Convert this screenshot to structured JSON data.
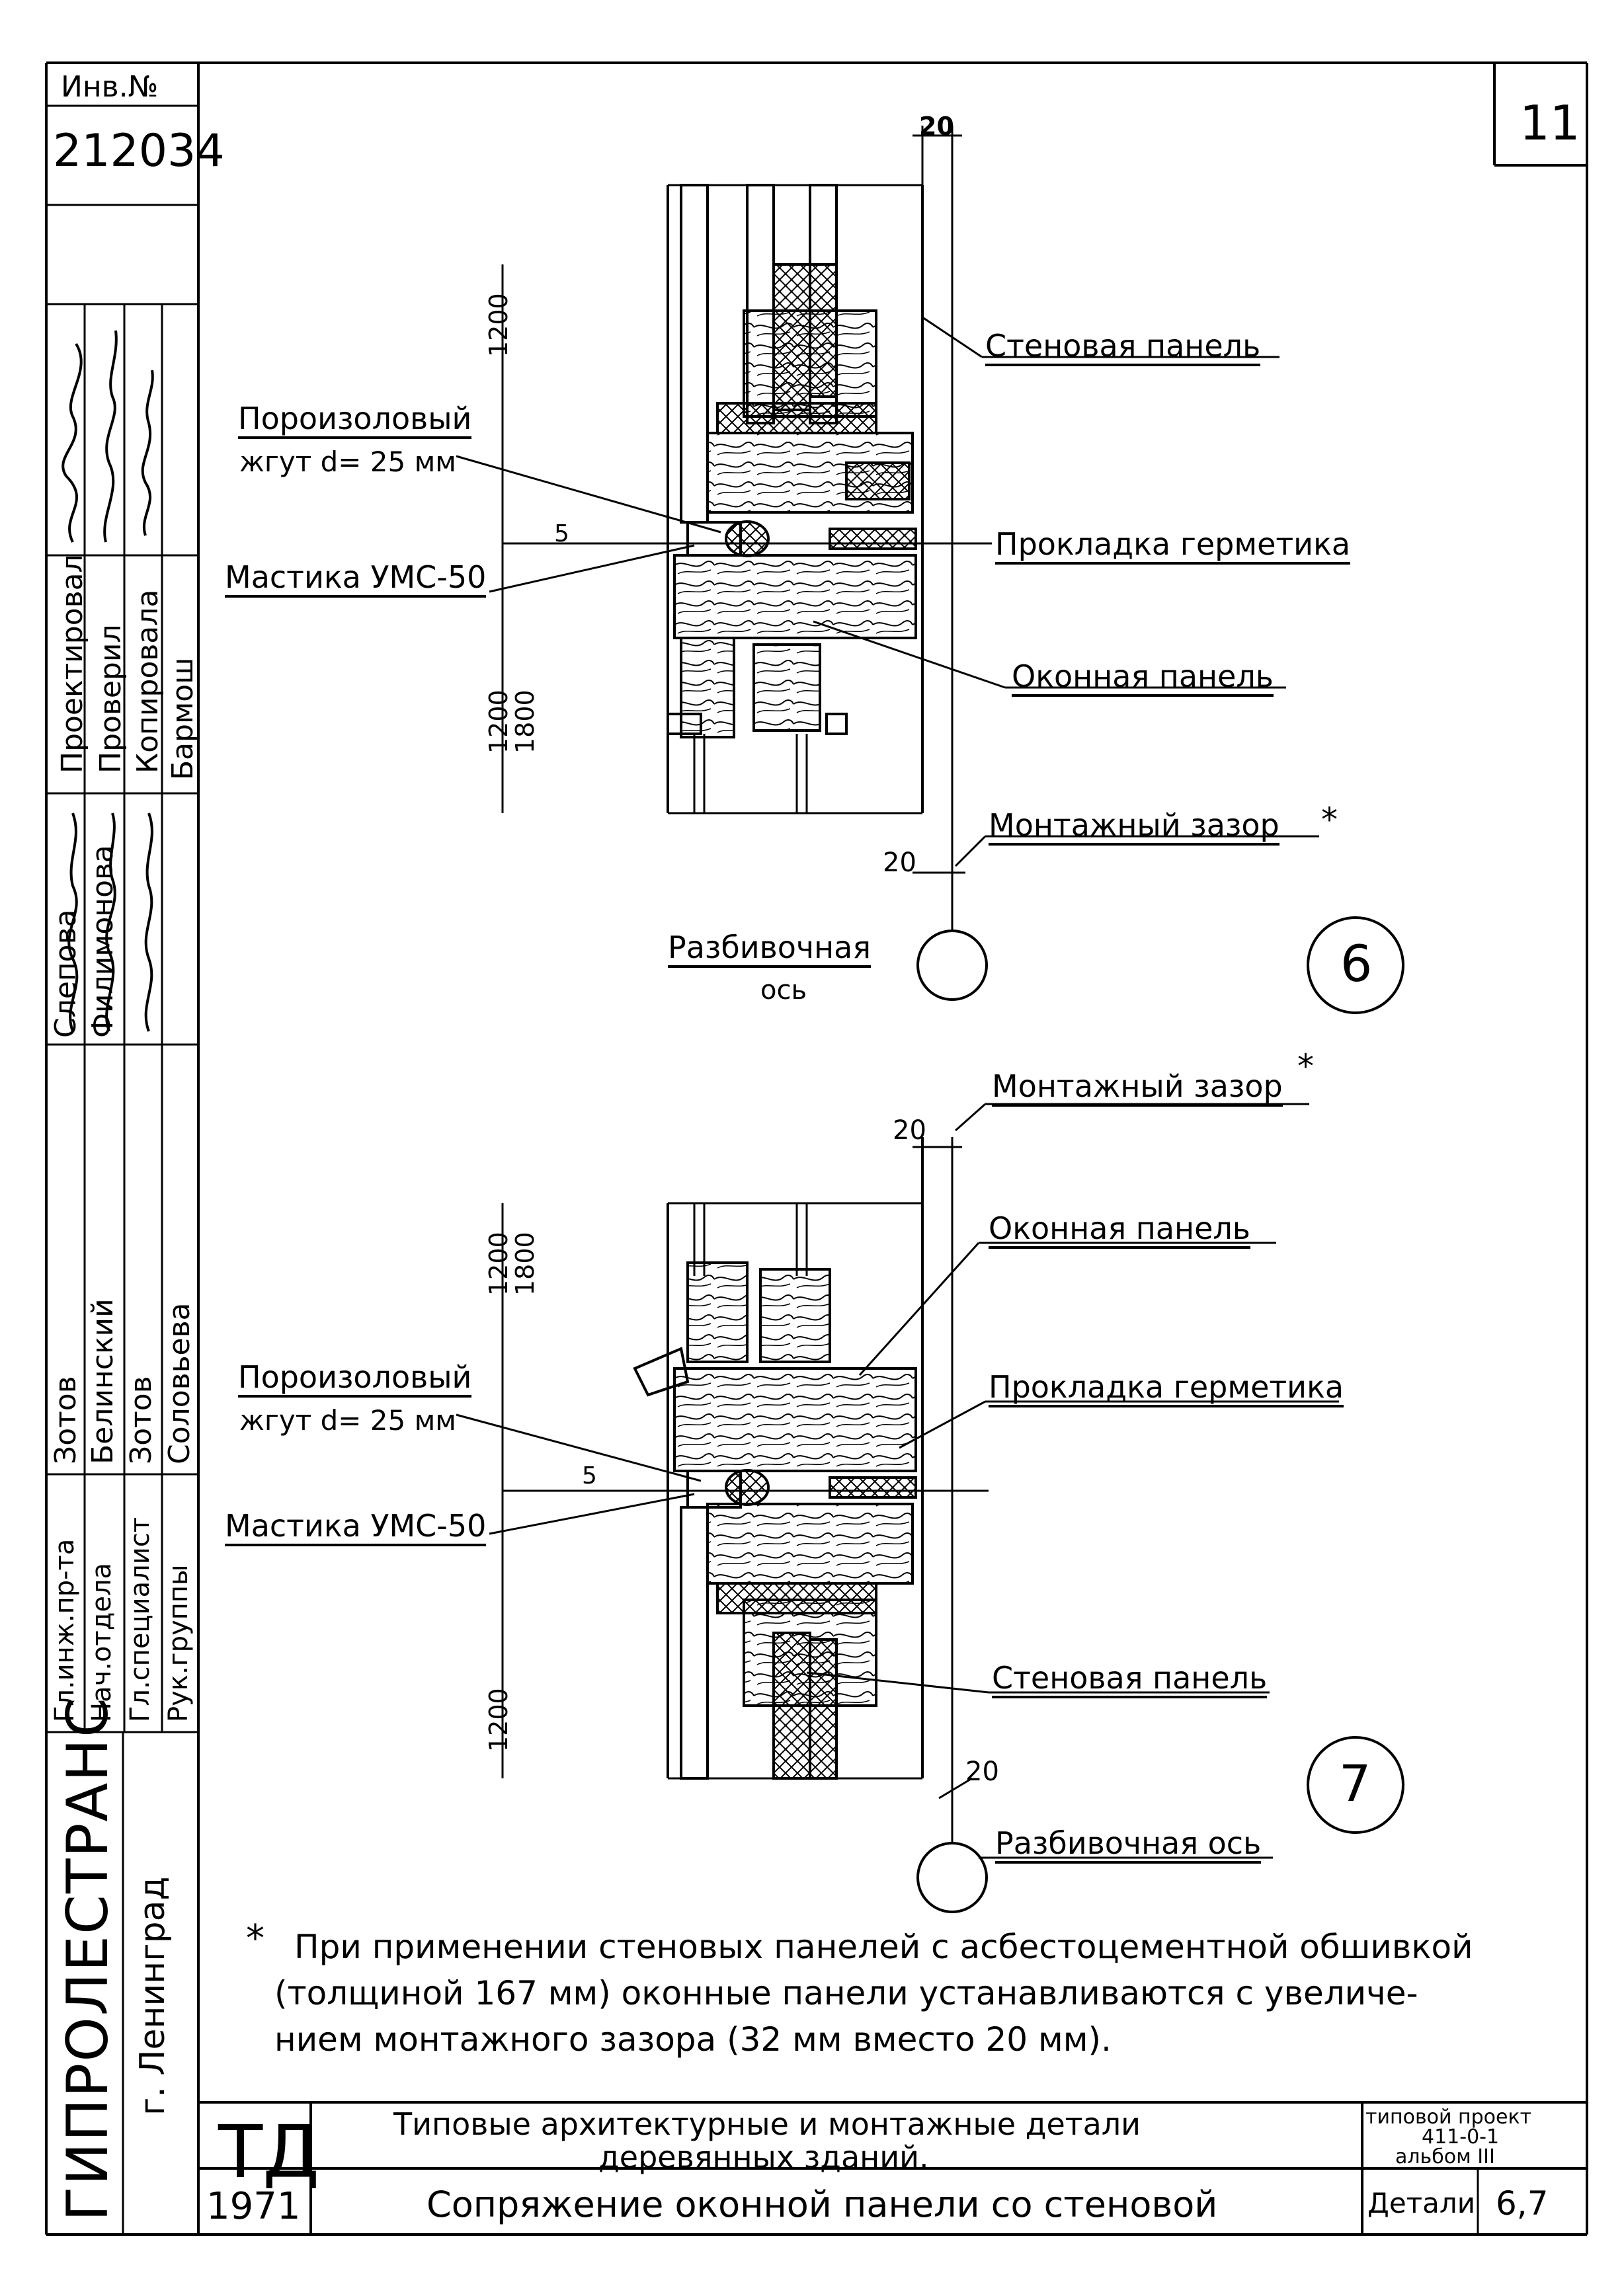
{
  "sheet": {
    "number": "11",
    "inventory_label": "Инв.№",
    "inventory_number": "212034"
  },
  "stamp_names": {
    "row1": [
      "Бармош",
      "Слепова",
      "Филимонова"
    ],
    "roles1": [
      "Проектировал",
      "Проверил",
      "Копировала"
    ],
    "row2": [
      "Зотов",
      "Белинский",
      "Зотов",
      "Соловьева"
    ],
    "roles2": [
      "Гл.инж.пр-та",
      "Нач.отдела",
      "Гл.специалист",
      "Рук.группы"
    ]
  },
  "organization": {
    "name": "ГИПРОЛЕСТРАНС",
    "city": "г. Ленинград"
  },
  "detail6": {
    "circle_number": "6",
    "labels": {
      "wall_panel": "Стеновая панель",
      "poroizol": "Пороизоловый",
      "tourniquet": "жгут d= 25 мм",
      "mastic": "Мастика УМС-50",
      "sealant": "Прокладка герметика",
      "window_panel": "Оконная панель",
      "gap": "Монтажный зазор",
      "gap_star": "*",
      "axis": "Разбивочная",
      "axis2": "ось"
    },
    "dims": {
      "top": "20",
      "mid": "5",
      "h1": "1200",
      "h2": "1200",
      "h3": "1800",
      "bottom": "20"
    }
  },
  "detail7": {
    "circle_number": "7",
    "labels": {
      "gap": "Монтажный зазор",
      "gap_star": "*",
      "window_panel": "Оконная панель",
      "sealant": "Прокладка герметика",
      "poroizol": "Пороизоловый",
      "tourniquet": "жгут d= 25 мм",
      "mastic": "Мастика УМС-50",
      "wall_panel": "Стеновая панель",
      "axis": "Разбивочная ось"
    },
    "dims": {
      "top": "20",
      "mid": "5",
      "h1": "1200",
      "h2": "1800",
      "h3": "1200",
      "bottom": "20"
    }
  },
  "footnote": {
    "star": "*",
    "line1": "При применении стеновых панелей с асбестоцементной обшивкой",
    "line2": "(толщиной 167 мм) оконные панели устанавливаются с увеличе-",
    "line3": "нием монтажного зазора (32 мм вместо 20 мм)."
  },
  "title_block": {
    "td": "ТД",
    "year": "1971",
    "title1": "Типовые архитектурные и монтажные детали",
    "title2": "деревянных зданий.",
    "subtitle": "Сопряжение оконной панели со стеновой",
    "project1": "типовой проект",
    "project2": "411-0-1",
    "project3": "альбом III",
    "details_label": "Детали",
    "details_value": "6,7"
  }
}
